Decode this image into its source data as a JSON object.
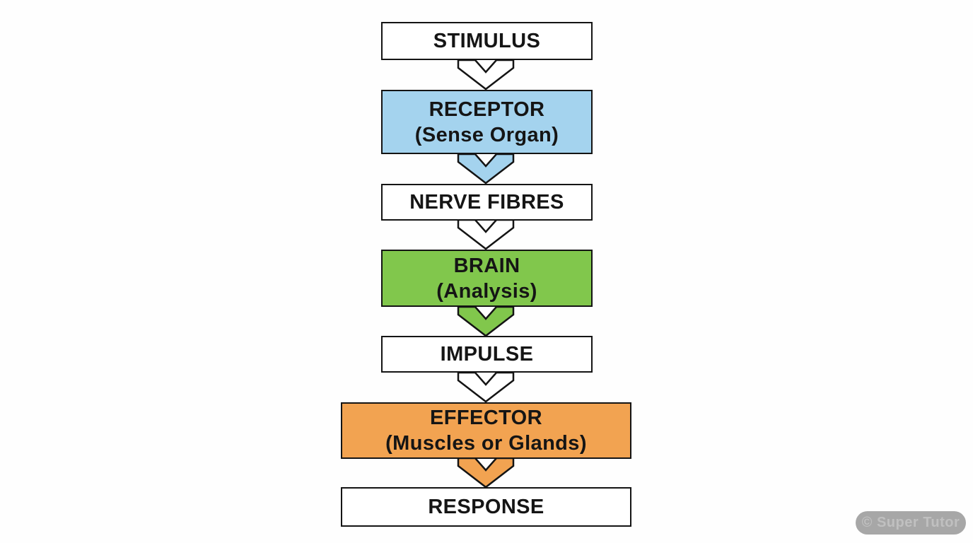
{
  "page": {
    "background_color": "#fefefe"
  },
  "diagram": {
    "type": "flowchart",
    "direction": "top-down",
    "border_color": "#141414",
    "text_color": "#151515",
    "steps": [
      {
        "label": "STIMULUS",
        "sublabel": "",
        "fill": "#ffffff",
        "arrow_fill": "#ffffff"
      },
      {
        "label": "RECEPTOR",
        "sublabel": "(Sense Organ)",
        "fill": "#a4d3ee",
        "arrow_fill": "#a4d3ee"
      },
      {
        "label": "NERVE FIBRES",
        "sublabel": "",
        "fill": "#ffffff",
        "arrow_fill": "#ffffff"
      },
      {
        "label": "BRAIN",
        "sublabel": "(Analysis)",
        "fill": "#81c74c",
        "arrow_fill": "#81c74c"
      },
      {
        "label": "IMPULSE",
        "sublabel": "",
        "fill": "#ffffff",
        "arrow_fill": "#ffffff"
      },
      {
        "label": "EFFECTOR",
        "sublabel": "(Muscles or Glands)",
        "fill": "#f2a351",
        "arrow_fill": "#f2a351"
      },
      {
        "label": "RESPONSE",
        "sublabel": "",
        "fill": "#ffffff",
        "arrow_fill": null
      }
    ]
  },
  "watermark": {
    "label": "© Super Tutor",
    "pill_color": "#a7a7a7",
    "text_color": "#c0c0c0"
  }
}
